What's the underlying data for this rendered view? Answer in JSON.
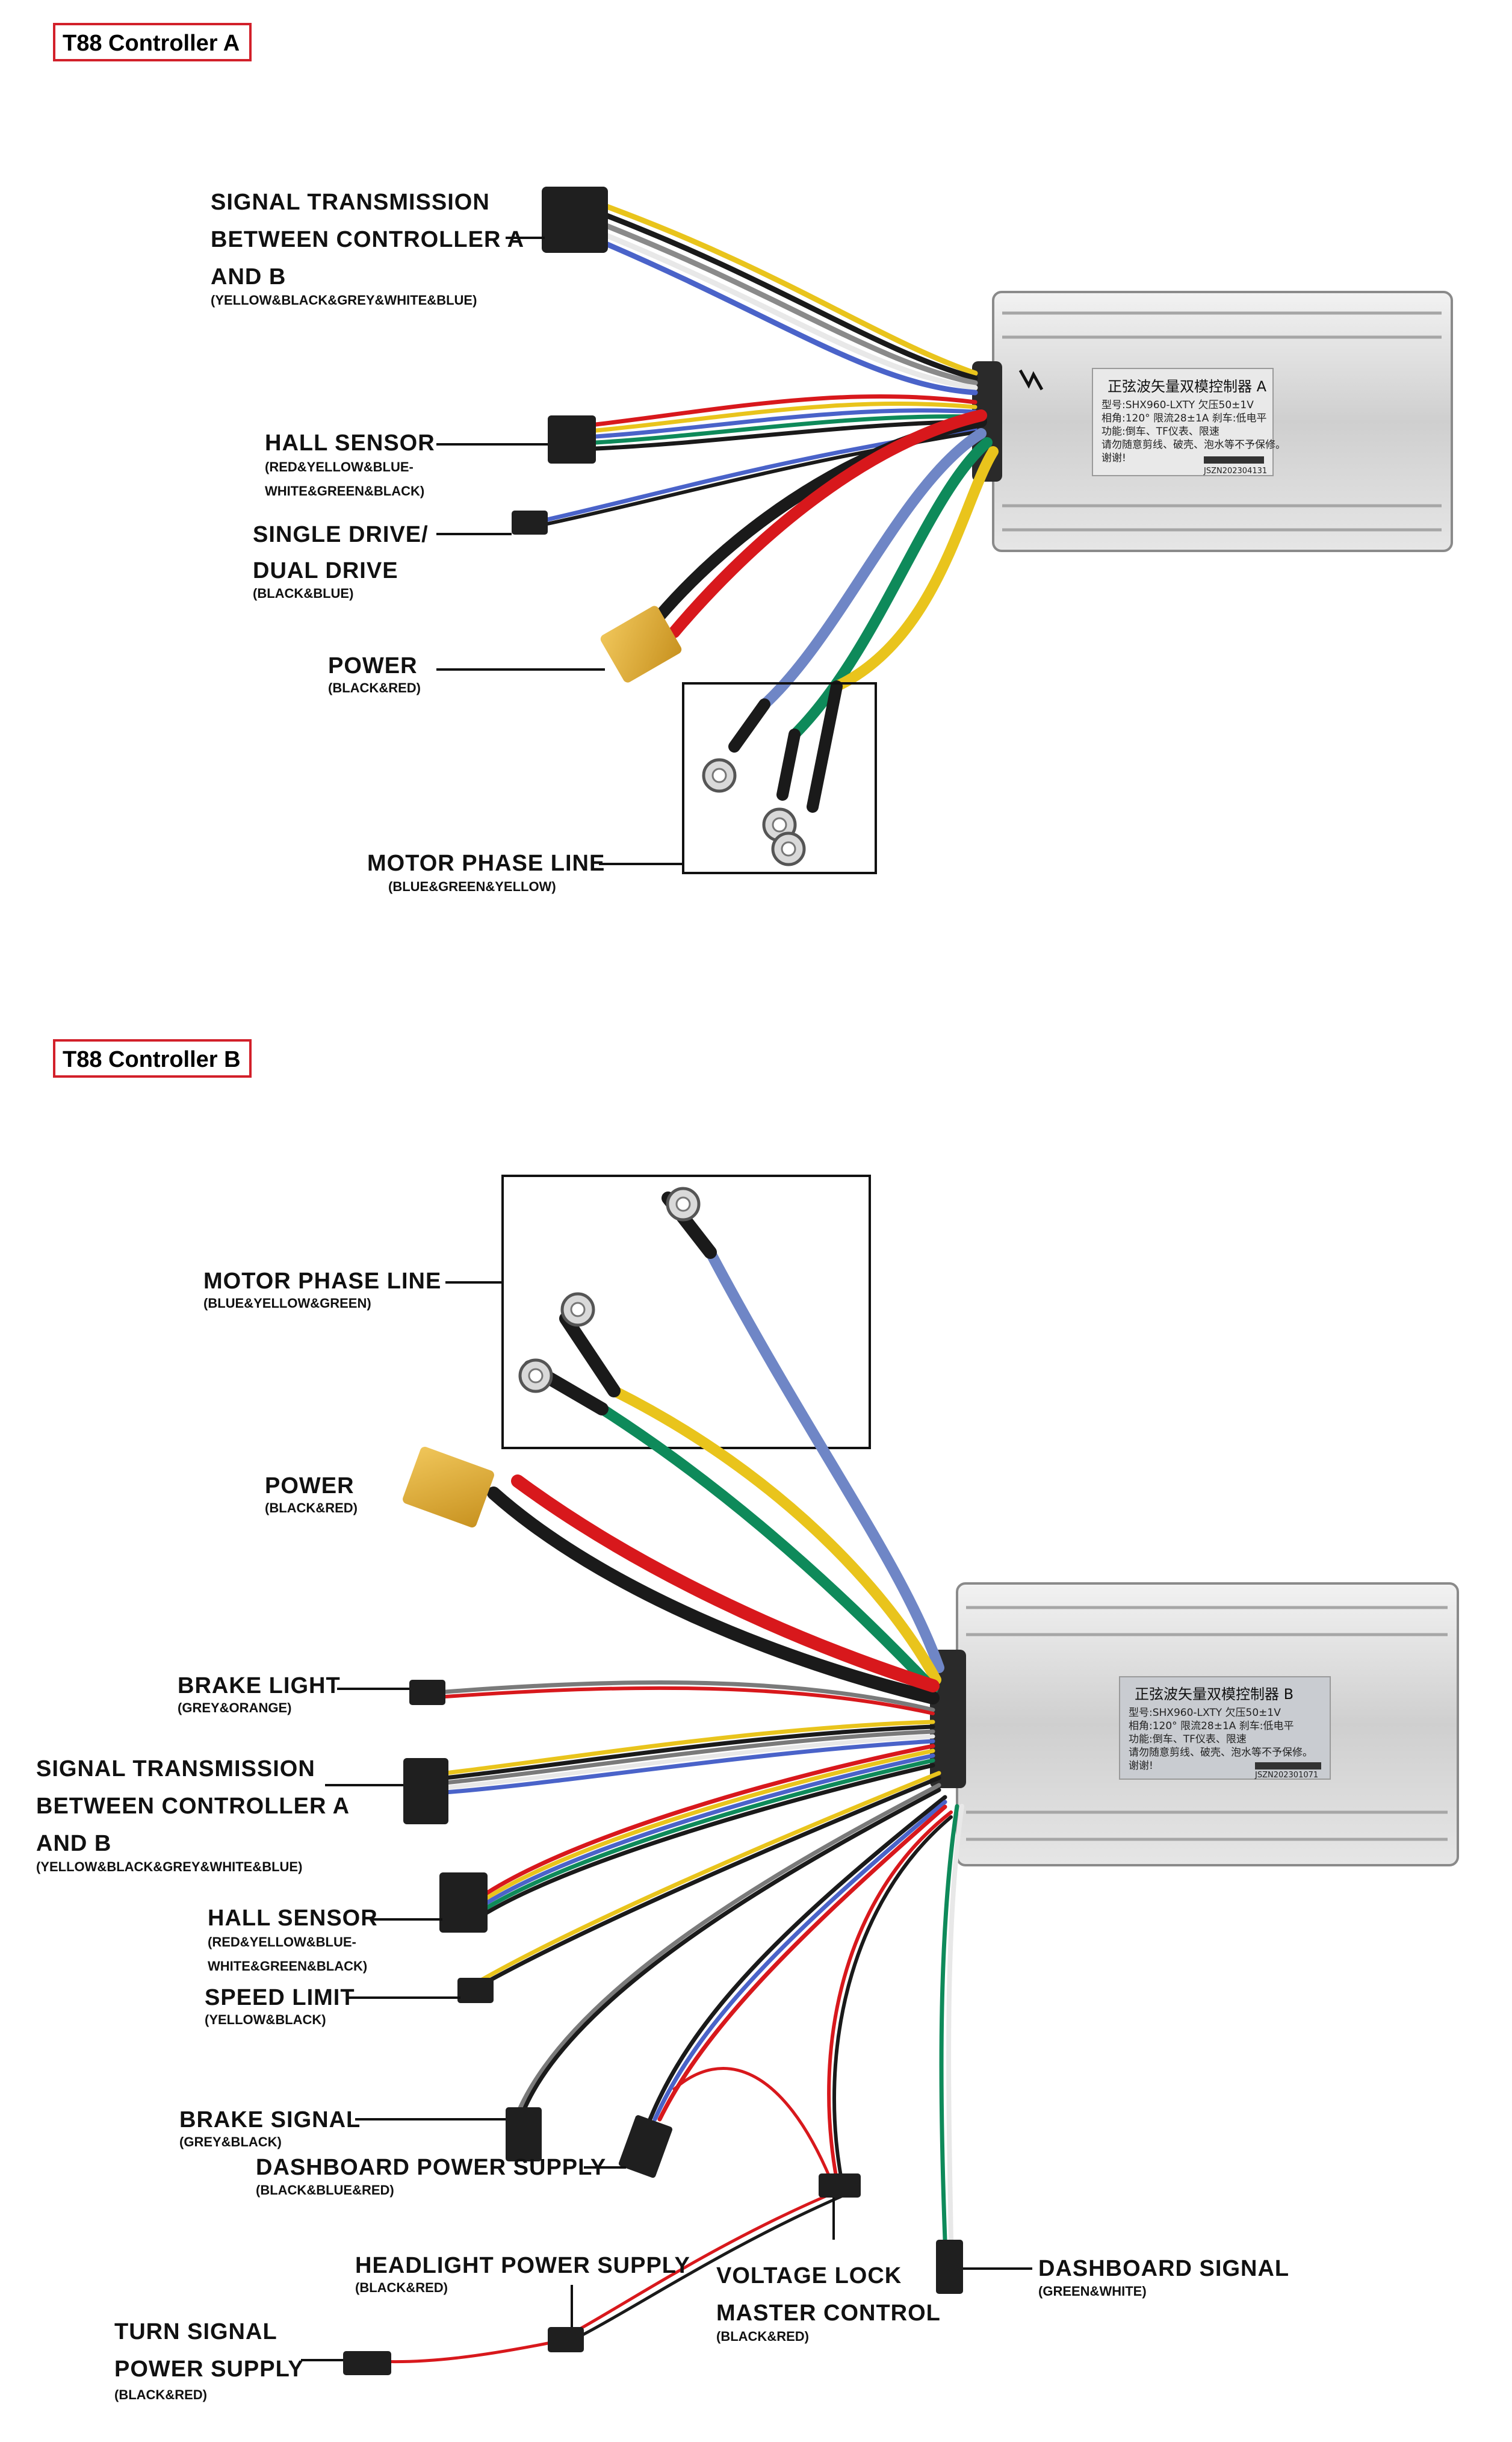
{
  "sections": [
    {
      "title": "T88 Controller A",
      "plate": {
        "title": "正弦波矢量双模控制器 A",
        "lines": [
          "型号:SHX960-LXTY   欠压50±1V",
          "相角:120°   限流28±1A   刹车:低电平",
          "功能:倒车、TF仪表、限速",
          "请勿随意剪线、破壳、泡水等不予保修。",
          "谢谢!"
        ],
        "serial": "JSZN202304131"
      },
      "labels": [
        {
          "id": "a-signal",
          "lines": [
            "SIGNAL TRANSMISSION",
            "BETWEEN CONTROLLER A",
            "AND B"
          ],
          "sub": "(YELLOW&BLACK&GREY&WHITE&BLUE)"
        },
        {
          "id": "a-hall",
          "lines": [
            "HALL SENSOR"
          ],
          "sub": "(RED&YELLOW&BLUE-",
          "sub2": "WHITE&GREEN&BLACK)"
        },
        {
          "id": "a-drive",
          "lines": [
            "SINGLE DRIVE/",
            "DUAL DRIVE"
          ],
          "sub": "(BLACK&BLUE)"
        },
        {
          "id": "a-power",
          "lines": [
            "POWER"
          ],
          "sub": "(BLACK&RED)"
        },
        {
          "id": "a-motor",
          "lines": [
            "MOTOR PHASE LINE"
          ],
          "sub": "(BLUE&GREEN&YELLOW)"
        }
      ]
    },
    {
      "title": "T88 Controller B",
      "plate": {
        "title": "正弦波矢量双模控制器 B",
        "lines": [
          "型号:SHX960-LXTY   欠压50±1V",
          "相角:120°   限流28±1A   刹车:低电平",
          "功能:倒车、TF仪表、限速",
          "请勿随意剪线、破壳、泡水等不予保修。",
          "谢谢!"
        ],
        "serial": "JSZN202301071"
      },
      "labels": [
        {
          "id": "b-motor",
          "lines": [
            "MOTOR PHASE LINE"
          ],
          "sub": "(BLUE&YELLOW&GREEN)"
        },
        {
          "id": "b-power",
          "lines": [
            "POWER"
          ],
          "sub": "(BLACK&RED)"
        },
        {
          "id": "b-brakelight",
          "lines": [
            "BRAKE LIGHT"
          ],
          "sub": "(GREY&ORANGE)"
        },
        {
          "id": "b-signal",
          "lines": [
            "SIGNAL TRANSMISSION",
            "BETWEEN CONTROLLER A",
            "AND B"
          ],
          "sub": "(YELLOW&BLACK&GREY&WHITE&BLUE)"
        },
        {
          "id": "b-hall",
          "lines": [
            "HALL SENSOR"
          ],
          "sub": "(RED&YELLOW&BLUE-",
          "sub2": "WHITE&GREEN&BLACK)"
        },
        {
          "id": "b-speed",
          "lines": [
            "SPEED LIMIT"
          ],
          "sub": "(YELLOW&BLACK)"
        },
        {
          "id": "b-brakesig",
          "lines": [
            "BRAKE SIGNAL"
          ],
          "sub": "(GREY&BLACK)"
        },
        {
          "id": "b-dashpower",
          "lines": [
            "DASHBOARD POWER SUPPLY"
          ],
          "sub": "(BLACK&BLUE&RED)"
        },
        {
          "id": "b-headlight",
          "lines": [
            "HEADLIGHT POWER SUPPLY"
          ],
          "sub": "(BLACK&RED)"
        },
        {
          "id": "b-turn",
          "lines": [
            "TURN SIGNAL",
            "POWER SUPPLY"
          ],
          "sub": "(BLACK&RED)"
        },
        {
          "id": "b-vlock",
          "lines": [
            "VOLTAGE LOCK",
            "MASTER CONTROL"
          ],
          "sub": "(BLACK&RED)"
        },
        {
          "id": "b-dashsig",
          "lines": [
            "DASHBOARD SIGNAL"
          ],
          "sub": "(GREEN&WHITE)"
        }
      ]
    }
  ],
  "colors": {
    "red": "#d8181c",
    "black": "#1a1a1a",
    "yellow": "#e9c41c",
    "green": "#0e8a5a",
    "blue": "#6f86c6",
    "white": "#e4e4e4",
    "grey": "#7a7a7a",
    "tan": "#d7c58a",
    "box": "#cfcfcf",
    "title_border": "#d2202a"
  }
}
